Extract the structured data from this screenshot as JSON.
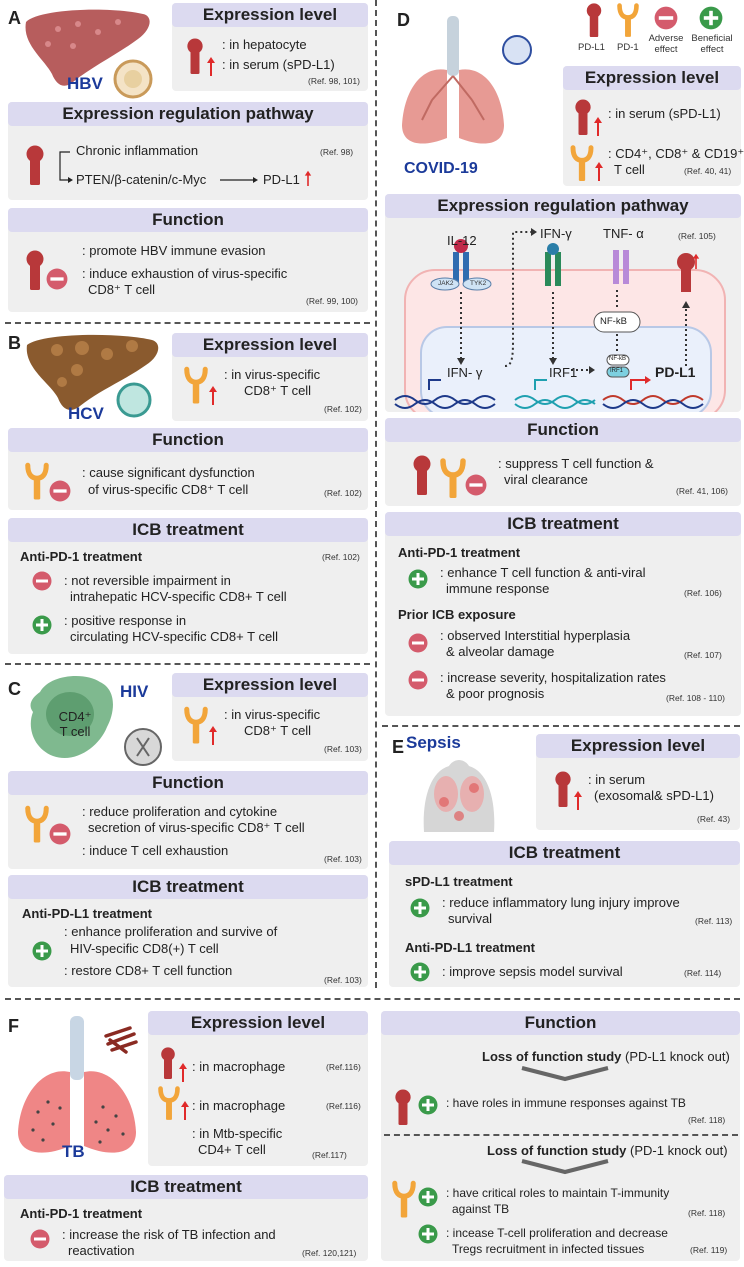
{
  "A": {
    "panel": "A",
    "virus": "HBV",
    "expr": {
      "title": "Expression level",
      "l1": ": in hepatocyte",
      "l2": ": in serum (sPD-L1)",
      "ref": "(Ref. 98, 101)"
    },
    "path": {
      "title": "Expression regulation pathway",
      "l1": "Chronic inflammation",
      "ref": "(Ref. 98)",
      "l2": "PTEN/β-catenin/c-Myc",
      "l3": "PD-L1"
    },
    "func": {
      "title": "Function",
      "l1": ": promote HBV immune evasion",
      "l2": ": induce exhaustion of  virus-specific",
      "l3": "CD8⁺ T cell",
      "ref": "(Ref. 99, 100)"
    }
  },
  "B": {
    "panel": "B",
    "virus": "HCV",
    "expr": {
      "title": "Expression level",
      "l1": ": in virus-specific",
      "l2": "CD8⁺ T cell",
      "ref": "(Ref. 102)"
    },
    "func": {
      "title": "Function",
      "l1": ": cause significant dysfunction",
      "l2": "of virus-specific CD8⁺ T cell",
      "ref": "(Ref. 102)"
    },
    "icb": {
      "title": "ICB treatment",
      "sub": "Anti-PD-1 treatment",
      "ref": "(Ref. 102)",
      "n1": ": not reversible impairment in",
      "n2": "intrahepatic HCV-specific CD8+ T cell",
      "p1": ": positive response in",
      "p2": "circulating HCV-specific CD8+ T cell"
    }
  },
  "C": {
    "panel": "C",
    "virus": "HIV",
    "cell": "CD4⁺ T cell",
    "expr": {
      "title": "Expression level",
      "l1": ": in virus-specific",
      "l2": "CD8⁺ T cell",
      "ref": "(Ref. 103)"
    },
    "func": {
      "title": "Function",
      "l1": ": reduce proliferation and cytokine",
      "l2": "secretion of virus-specific  CD8⁺ T cell",
      "l3": ": induce T cell exhaustion",
      "ref": "(Ref. 103)"
    },
    "icb": {
      "title": "ICB treatment",
      "sub": "Anti-PD-L1 treatment",
      "l1": ": enhance proliferation and survive of",
      "l2": "HIV-specific CD8(+) T cell",
      "l3": ": restore CD8+ T cell function",
      "ref": "(Ref. 103)"
    }
  },
  "D": {
    "panel": "D",
    "virus": "COVID-19",
    "legend": {
      "pdl1": "PD-L1",
      "pd1": "PD-1",
      "adv1": "Adverse",
      "adv2": "effect",
      "ben1": "Beneficial",
      "ben2": "effect"
    },
    "expr": {
      "title": "Expression level",
      "l1": ": in serum (sPD-L1)",
      "l2": ": CD4⁺, CD8⁺ & CD19⁺",
      "l3": "T cell",
      "ref": "(Ref. 40, 41)"
    },
    "path": {
      "title": "Expression regulation pathway",
      "il12": "IL-12",
      "ifng": "IFN-γ",
      "tnfa": "TNF- α",
      "ref": "(Ref. 105)",
      "jak2": "JAK2",
      "tyk2": "TYK2",
      "nfkb": "NF-kB",
      "g1": "IFN- γ",
      "g2": "IRF1",
      "g3": "PD-L1",
      "nfkb_s": "NF-kB",
      "irf1_s": "IRF1"
    },
    "func": {
      "title": "Function",
      "l1": ": suppress T cell function &",
      "l2": "viral clearance",
      "ref": "(Ref. 41, 106)"
    },
    "icb": {
      "title": "ICB treatment",
      "sub1": "Anti-PD-1 treatment",
      "p1": ": enhance T cell function & anti-viral",
      "p2": "immune response",
      "ref1": "(Ref. 106)",
      "sub2": "Prior ICB exposure",
      "n1": ": observed Interstitial hyperplasia",
      "n2": "& alveolar damage",
      "ref2": "(Ref. 107)",
      "n3": ": increase severity, hospitalization rates",
      "n4": "& poor prognosis",
      "ref3": "(Ref. 108 - 110)"
    }
  },
  "E": {
    "panel": "E",
    "virus": "Sepsis",
    "expr": {
      "title": "Expression level",
      "l1": ": in serum",
      "l2": "(exosomal& sPD-L1)",
      "ref": "(Ref. 43)"
    },
    "icb": {
      "title": "ICB treatment",
      "sub1": "sPD-L1 treatment",
      "l1": ": reduce inflammatory lung injury improve",
      "l2": "survival",
      "ref1": "(Ref. 113)",
      "sub2": "Anti-PD-L1 treatment",
      "l3": ": improve sepsis model survival",
      "ref2": "(Ref. 114)"
    }
  },
  "F": {
    "panel": "F",
    "virus": "TB",
    "expr": {
      "title": "Expression level",
      "l1": ": in macrophage",
      "r1": "(Ref.116)",
      "l2": ": in macrophage",
      "r2": "(Ref.116)",
      "l3": ": in Mtb-specific",
      "l4": "CD4+ T cell",
      "r3": "(Ref.117)"
    },
    "icb": {
      "title": "ICB treatment",
      "sub": "Anti-PD-1 treatment",
      "l1": ": increase the risk of TB infection and",
      "l2": "reactivation",
      "ref": "(Ref. 120,121)"
    },
    "func": {
      "title": "Function",
      "s1": "Loss of function study",
      "s1b": "(PD-L1 knock out)",
      "l1": ": have roles in immune responses against TB",
      "ref1": "(Ref. 118)",
      "s2": "Loss of function study",
      "s2b": "(PD-1 knock out)",
      "l2": ": have critical roles to maintain  T-immunity",
      "l3": "against TB",
      "ref2": "(Ref. 118)",
      "l4": ": incease T-cell proliferation and decrease",
      "l5": "Tregs recruitment in infected tissues",
      "ref3": "(Ref. 119)"
    }
  }
}
